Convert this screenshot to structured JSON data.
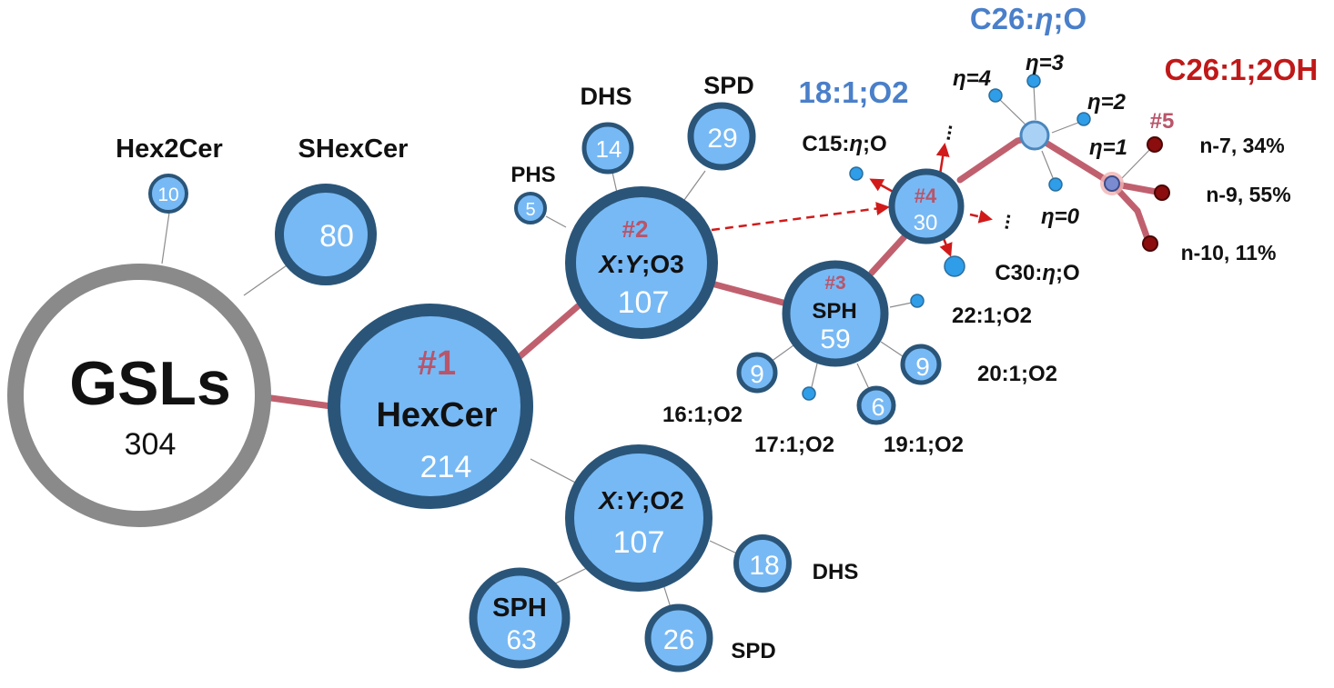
{
  "root": {
    "label": "GSLs",
    "value": "304"
  },
  "hexcer": {
    "index": "#1",
    "label": "HexCer",
    "value": "214"
  },
  "hex2cer": {
    "label": "Hex2Cer",
    "value": "10"
  },
  "shexcer": {
    "label": "SHexCer",
    "value": "80"
  },
  "o3": {
    "index": "#2",
    "label_x": "X",
    "label_sep": ":",
    "label_y": "Y",
    "label_suffix": ";O3",
    "value": "107"
  },
  "phs": {
    "label": "PHS",
    "value": "5"
  },
  "dhs_top": {
    "label": "DHS",
    "value": "14"
  },
  "spd_top": {
    "label": "SPD",
    "value": "29"
  },
  "sph3": {
    "index": "#3",
    "label": "SPH",
    "value": "59"
  },
  "n16": {
    "label": "16:1;O2",
    "value": "9"
  },
  "n17": {
    "label": "17:1;O2"
  },
  "n19": {
    "label": "19:1;O2",
    "value": "6"
  },
  "n20": {
    "label": "20:1;O2",
    "value": "9"
  },
  "n22": {
    "label": "22:1;O2"
  },
  "n4": {
    "index": "#4",
    "value": "30",
    "title": "18:1;O2"
  },
  "c15": {
    "label_prefix": "C15:",
    "label_eta": "η",
    "label_suffix": ";O"
  },
  "c30": {
    "label_prefix": "C30:",
    "label_eta": "η",
    "label_suffix": ";O"
  },
  "c26": {
    "title_prefix": "C26:",
    "title_eta": "η",
    "title_suffix": ";O"
  },
  "eta": {
    "e0": "η=0",
    "e1": "η=1",
    "e2": "η=2",
    "e3": "η=3",
    "e4": "η=4"
  },
  "n5": {
    "index": "#5",
    "title": "C26:1;2OH"
  },
  "isomers": {
    "n7": "n-7, 34%",
    "n9": "n-9, 55%",
    "n10": "n-10, 11%"
  },
  "o2": {
    "label_x": "X",
    "label_sep": ":",
    "label_y": "Y",
    "label_suffix": ";O2",
    "value": "107"
  },
  "sph_bottom": {
    "label": "SPH",
    "value": "63"
  },
  "spd_bottom": {
    "label": "SPD",
    "value": "26"
  },
  "dhs_bottom": {
    "label": "DHS",
    "value": "18"
  },
  "ellipsis": "...",
  "colors": {
    "node_fill": "#77b9f5",
    "node_border": "#2a5579",
    "path_edge": "#c0606e",
    "arrow": "#d11a1a",
    "title_blue": "#4a7fc9",
    "title_red": "#c01818",
    "root_ring": "#8a8a8a"
  }
}
